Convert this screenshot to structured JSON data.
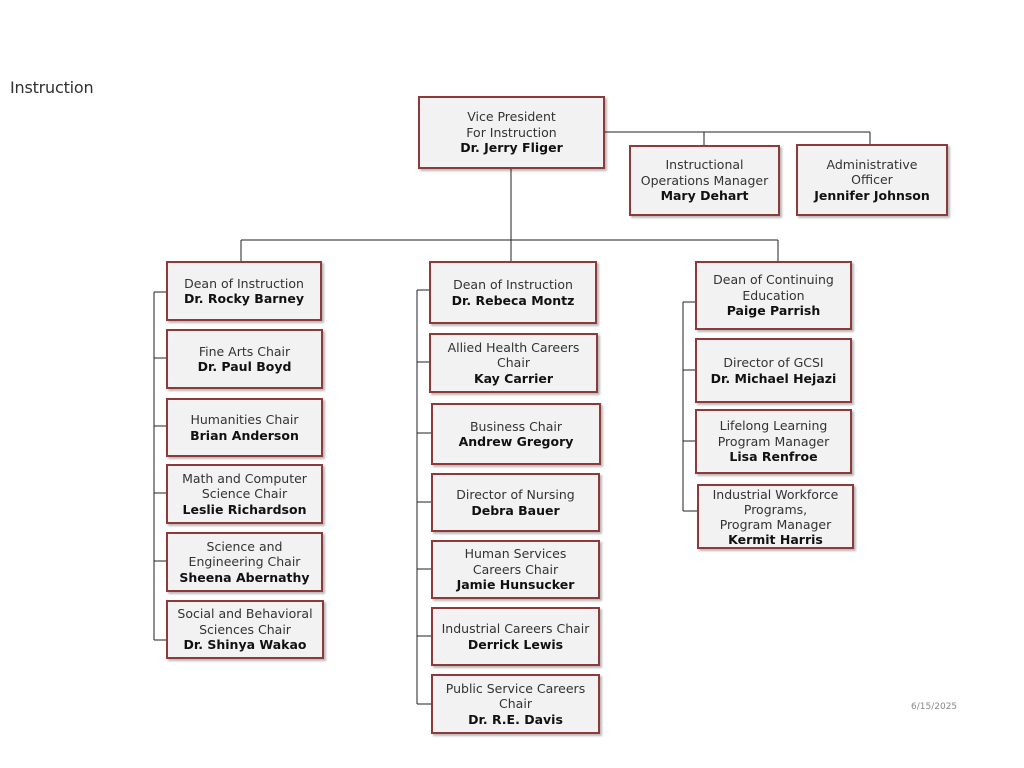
{
  "page": {
    "title": "Instruction",
    "date": "6/15/2025"
  },
  "chart": {
    "vp": {
      "title": [
        "Vice President",
        "For Instruction"
      ],
      "name": "Dr. Jerry Fliger"
    },
    "ops_manager": {
      "title": [
        "Instructional",
        "Operations Manager"
      ],
      "name": "Mary Dehart"
    },
    "admin_officer": {
      "title": [
        "Administrative",
        "Officer"
      ],
      "name": "Jennifer Johnson"
    },
    "dean_barney": {
      "title": [
        "Dean of Instruction"
      ],
      "name": "Dr. Rocky Barney"
    },
    "dean_montz": {
      "title": [
        "Dean of Instruction"
      ],
      "name": "Dr. Rebeca Montz"
    },
    "dean_parrish": {
      "title": [
        "Dean of Continuing",
        "Education"
      ],
      "name": "Paige Parrish"
    },
    "fine_arts": {
      "title": [
        "Fine Arts Chair"
      ],
      "name": "Dr. Paul Boyd"
    },
    "humanities": {
      "title": [
        "Humanities Chair"
      ],
      "name": "Brian Anderson"
    },
    "math_cs": {
      "title": [
        "Math and Computer",
        "Science Chair"
      ],
      "name": "Leslie Richardson"
    },
    "science_eng": {
      "title": [
        "Science and",
        "Engineering Chair"
      ],
      "name": "Sheena Abernathy"
    },
    "social_behav": {
      "title": [
        "Social and Behavioral",
        "Sciences Chair"
      ],
      "name": "Dr. Shinya Wakao"
    },
    "allied_health": {
      "title": [
        "Allied Health Careers",
        "Chair"
      ],
      "name": "Kay Carrier"
    },
    "business": {
      "title": [
        "Business Chair"
      ],
      "name": "Andrew Gregory"
    },
    "nursing": {
      "title": [
        "Director of Nursing"
      ],
      "name": "Debra Bauer"
    },
    "human_services": {
      "title": [
        "Human Services",
        "Careers Chair"
      ],
      "name": "Jamie Hunsucker"
    },
    "industrial_careers": {
      "title": [
        "Industrial Careers Chair"
      ],
      "name": "Derrick Lewis"
    },
    "public_service": {
      "title": [
        "Public Service Careers",
        "Chair"
      ],
      "name": "Dr. R.E. Davis"
    },
    "gcsi": {
      "title": [
        "Director of GCSI"
      ],
      "name": "Dr. Michael Hejazi"
    },
    "lifelong": {
      "title": [
        "Lifelong Learning",
        "Program Manager"
      ],
      "name": "Lisa Renfroe"
    },
    "workforce": {
      "title": [
        "Industrial Workforce",
        "Programs,",
        "Program Manager"
      ],
      "name": "Kermit Harris"
    }
  }
}
